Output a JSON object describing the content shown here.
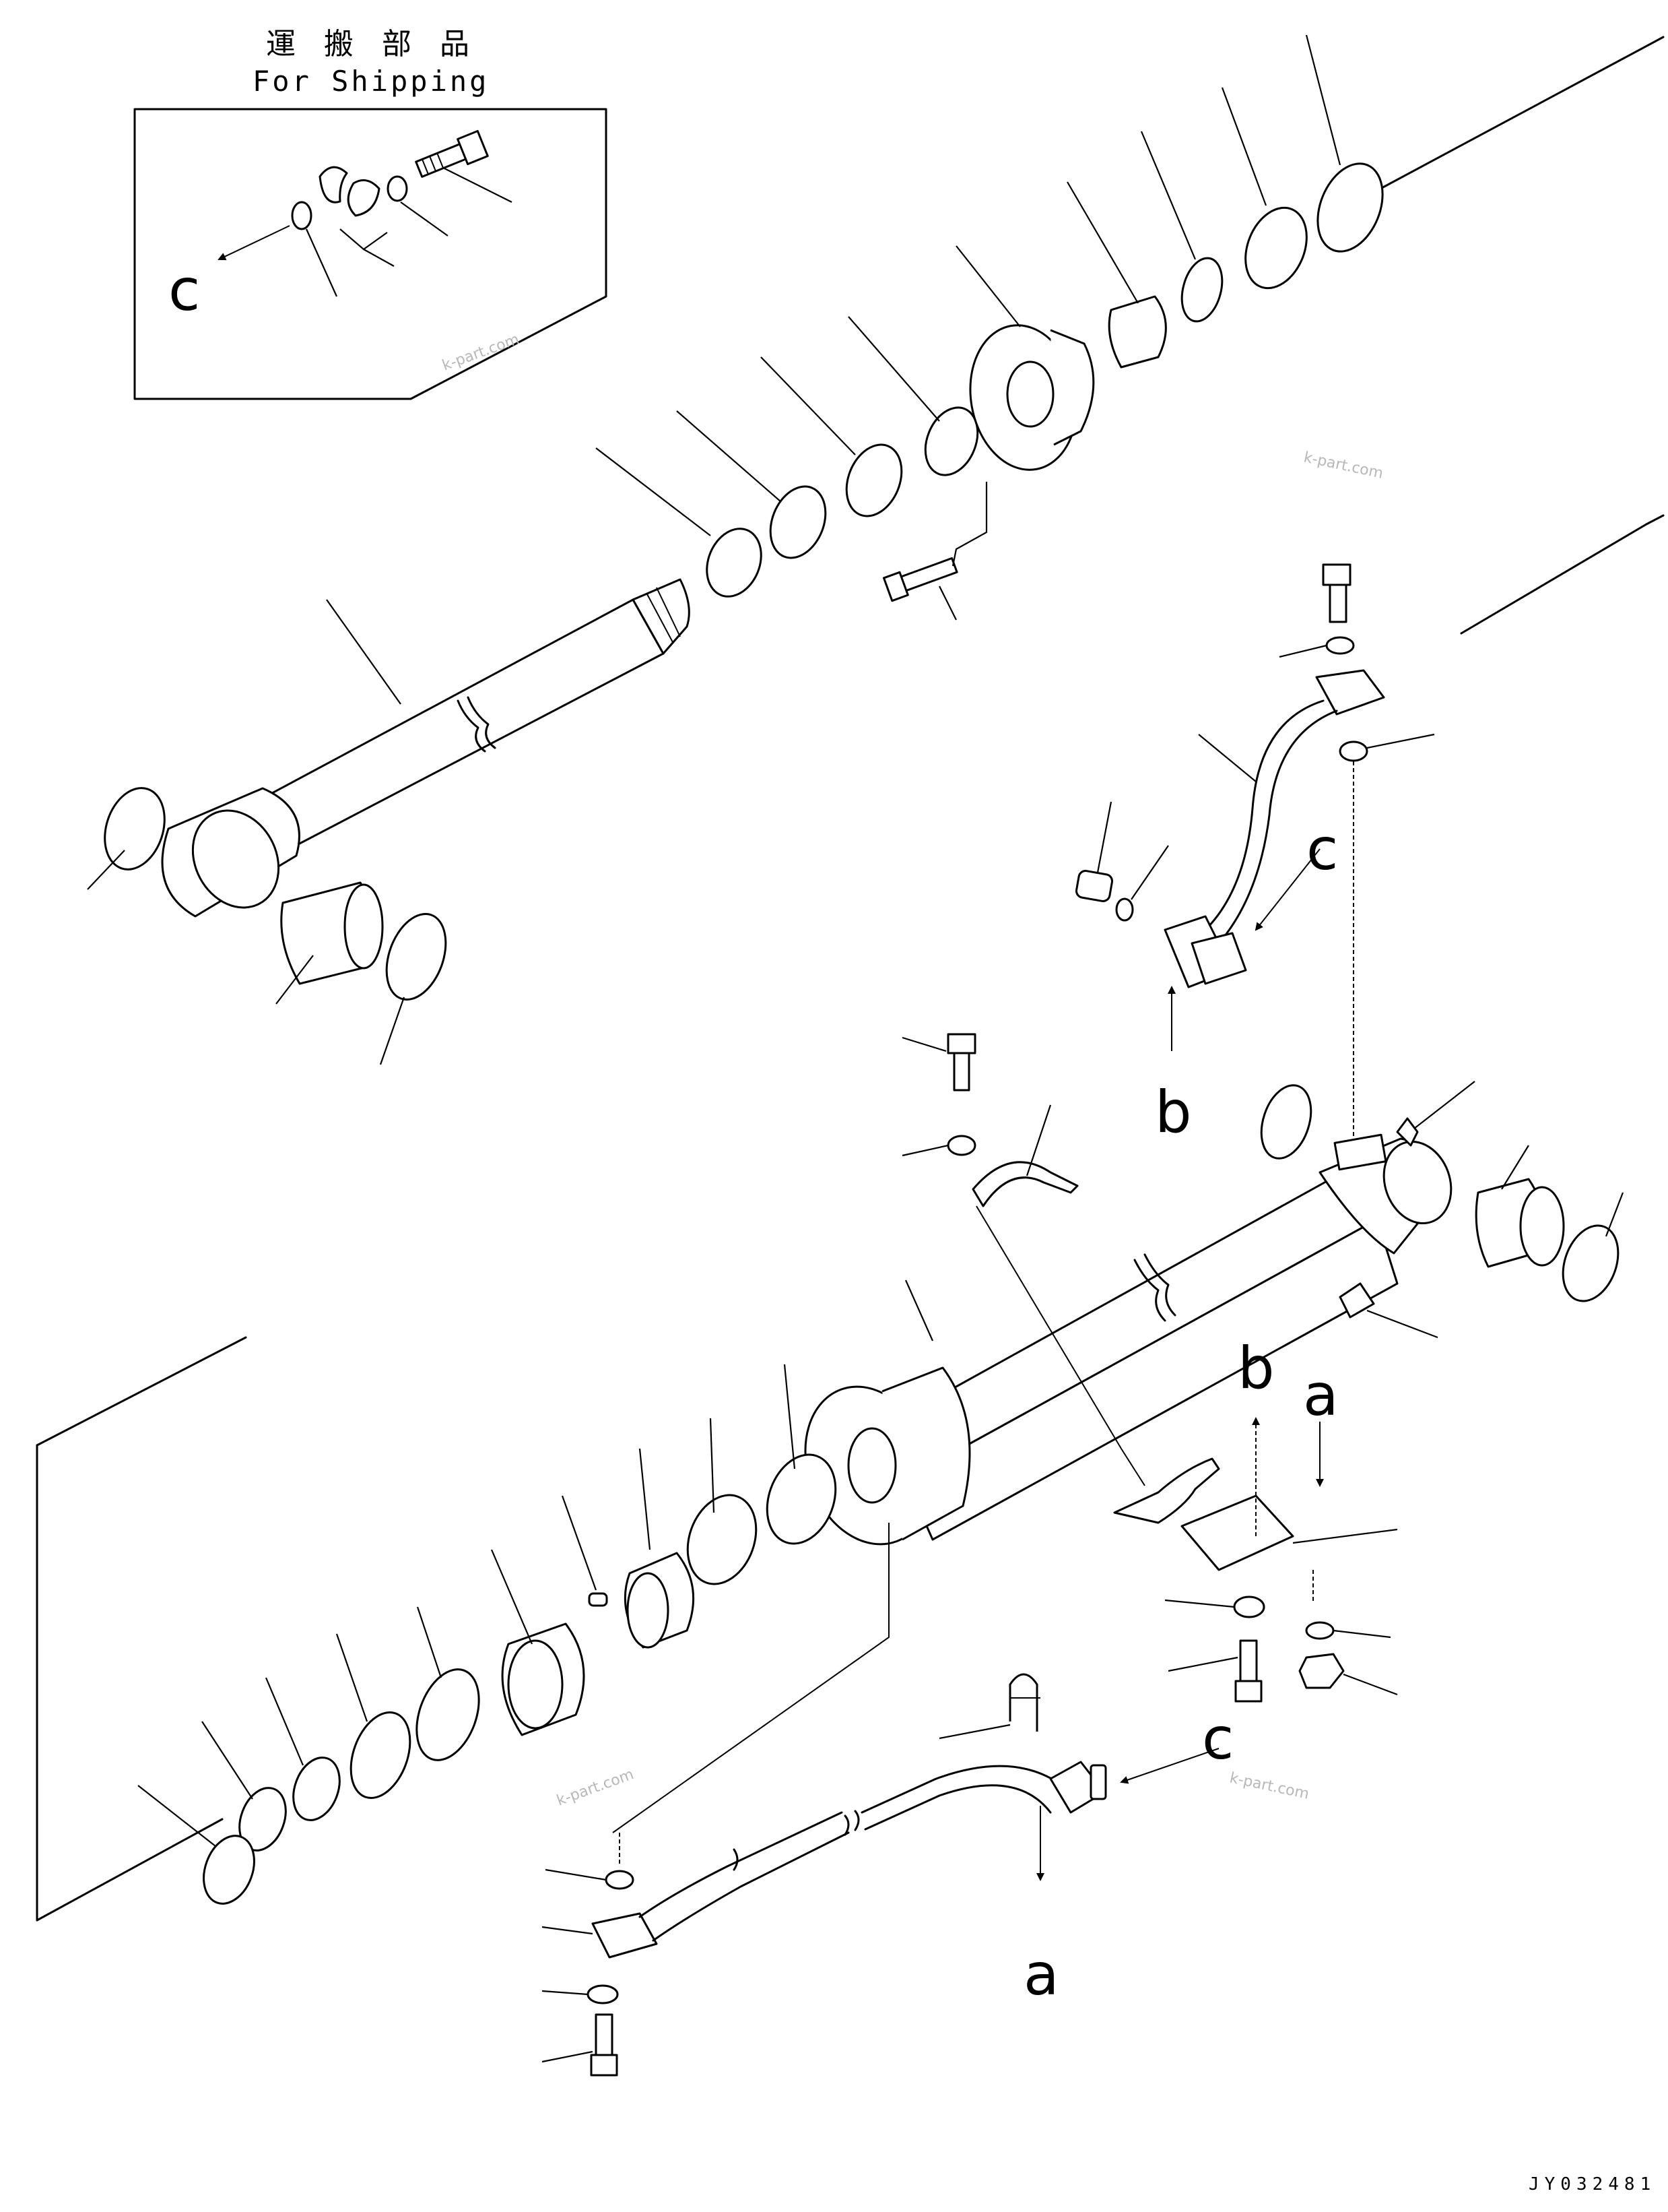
{
  "shipping_box": {
    "title_jp": "運 搬 部 品",
    "title_en": "For Shipping",
    "ref_label": "c"
  },
  "labels": {
    "a": "a",
    "b": "b",
    "c": "c"
  },
  "watermark": "k-part.com",
  "drawing_code": "JY032481"
}
